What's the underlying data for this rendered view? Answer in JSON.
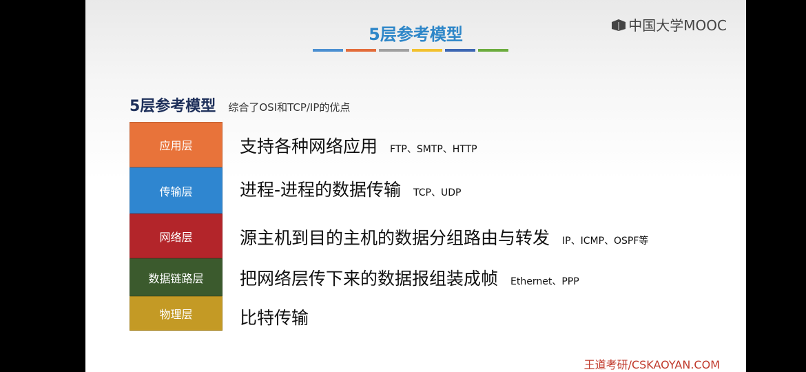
{
  "slide": {
    "title": "5层参考模型",
    "color_bars": [
      "#4b8fd1",
      "#e36c3a",
      "#a0a0a0",
      "#f2c12e",
      "#3d67b3",
      "#6cac3e"
    ]
  },
  "watermark": {
    "top": "中国大学MOOC",
    "icon": "mooc-logo-icon",
    "bottom": "王道考研/CSKAOYAN.COM"
  },
  "heading": {
    "main": "5层参考模型",
    "sub": "综合了OSI和TCP/IP的优点"
  },
  "layers": [
    {
      "name": "应用层",
      "color": "#e8733a",
      "desc": "支持各种网络应用",
      "protocols": "FTP、SMTP、HTTP"
    },
    {
      "name": "传输层",
      "color": "#2f86d0",
      "desc": "进程-进程的数据传输",
      "protocols": "TCP、UDP"
    },
    {
      "name": "网络层",
      "color": "#b3252a",
      "desc": "源主机到目的主机的数据分组路由与转发",
      "protocols": "IP、ICMP、OSPF等"
    },
    {
      "name": "数据链路层",
      "color": "#3b5a2d",
      "desc": "把网络层传下来的数据报组装成帧",
      "protocols": "Ethernet、PPP"
    },
    {
      "name": "物理层",
      "color": "#c49a25",
      "desc": "比特传输",
      "protocols": ""
    }
  ]
}
